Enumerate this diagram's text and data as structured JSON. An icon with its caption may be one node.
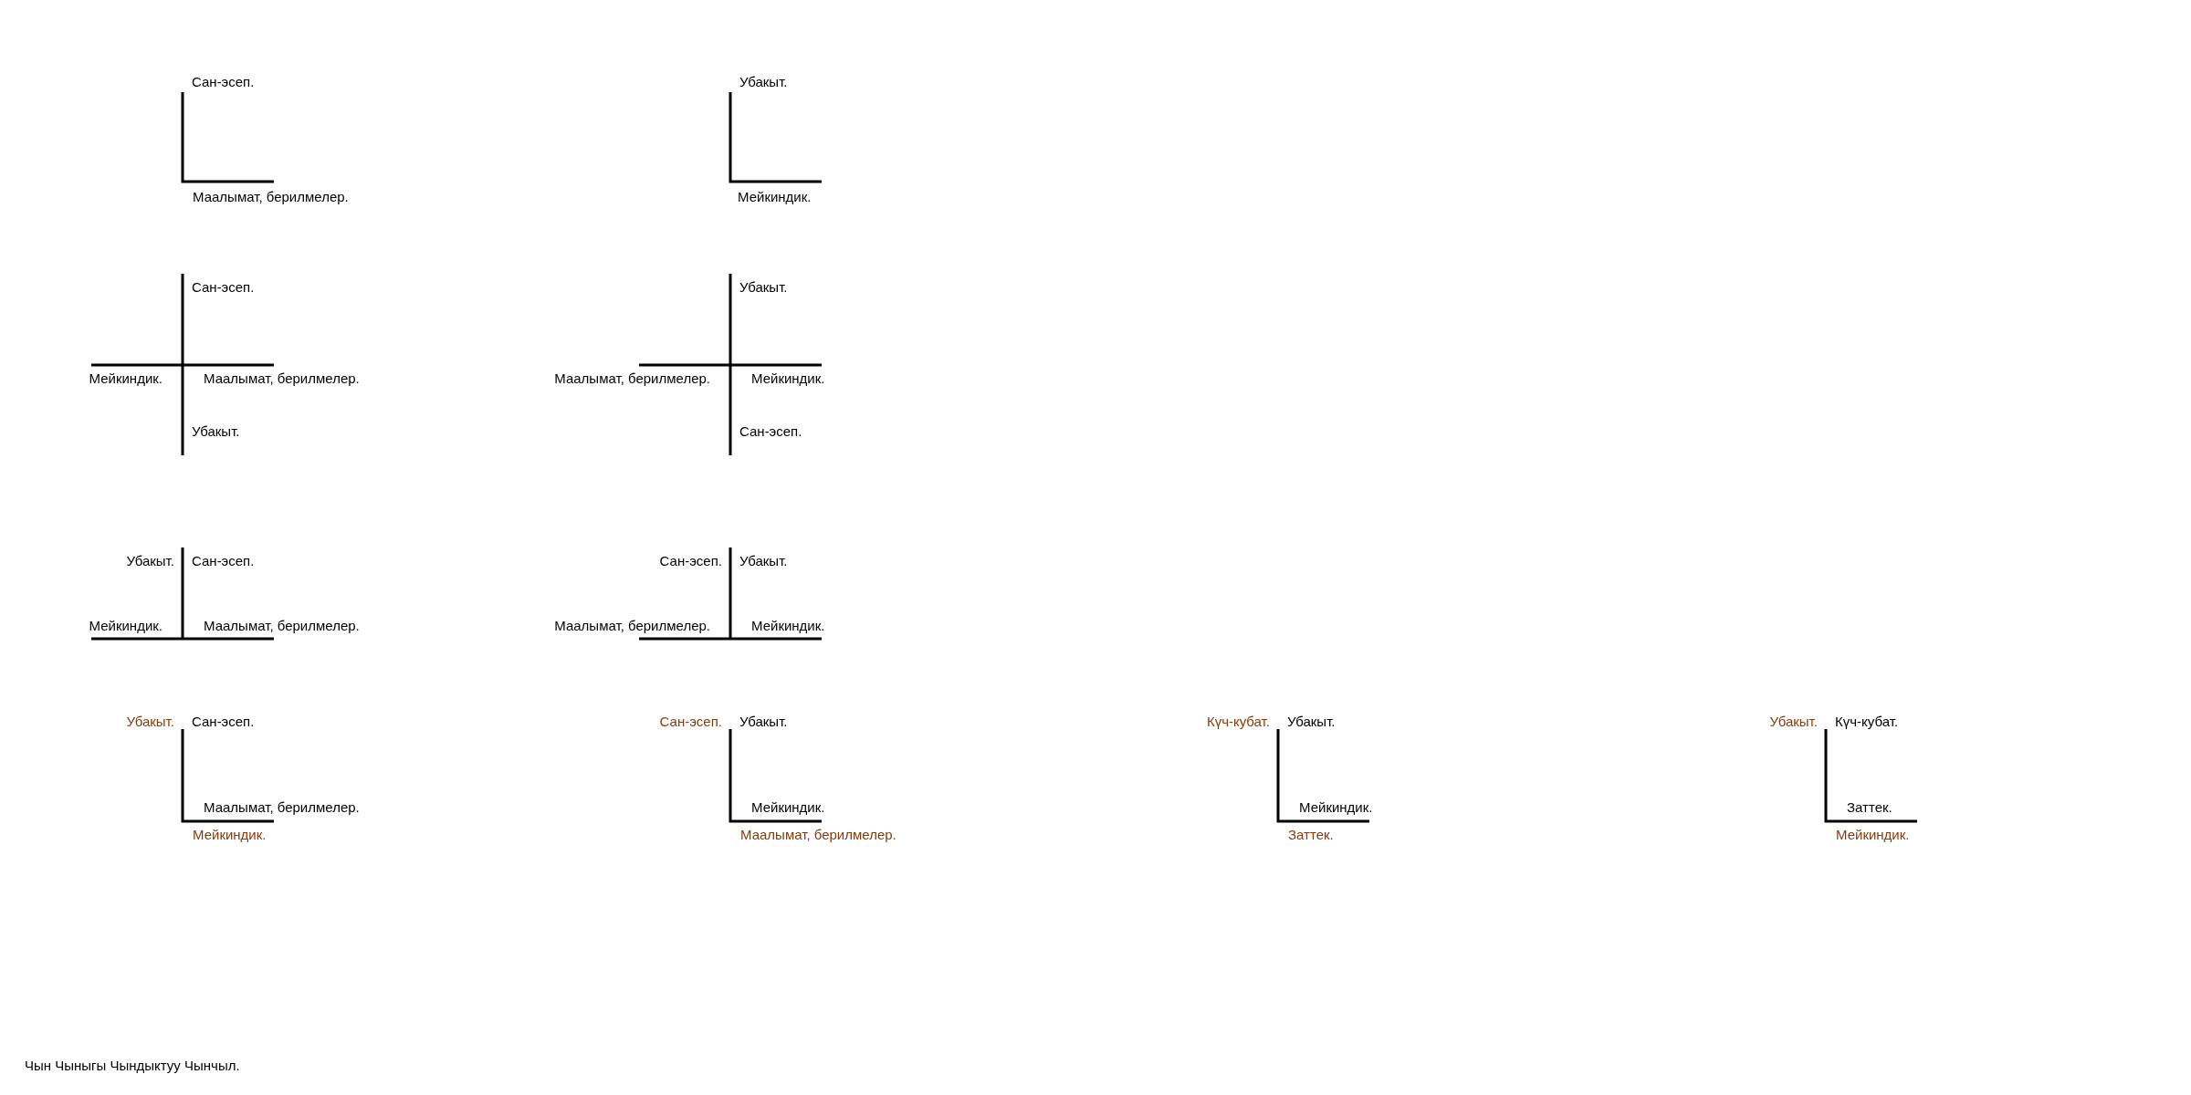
{
  "diagram": {
    "labels": [
      "Сан-эсеп.",
      "Маалымат, берилмелер.",
      "Убакыт.",
      "Мейкиндик.",
      "Сан-эсеп.",
      "Мейкиндик.",
      "Маалымат, берилмелер.",
      "Убакыт.",
      "Убакыт.",
      "Маалымат, берилмелер.",
      "Мейкиндик.",
      "Сан-эсеп.",
      "Убакыт.",
      "Сан-эсеп.",
      "Мейкиндик.",
      "Маалымат, берилмелер.",
      "Сан-эсеп.",
      "Убакыт.",
      "Маалымат, берилмелер.",
      "Мейкиндик.",
      "Убакыт.",
      "Сан-эсеп.",
      "Маалымат, берилмелер.",
      "Мейкиндик.",
      "Сан-эсеп.",
      "Убакыт.",
      "Мейкиндик.",
      "Маалымат, берилмелер.",
      "Күч-кубат.",
      "Убакыт.",
      "Мейкиндик.",
      "Заттек.",
      "Убакыт.",
      "Күч-кубат.",
      "Заттек.",
      "Мейкиндик.",
      "Чын Чыныгы Чындыктуу Чынчыл."
    ]
  }
}
